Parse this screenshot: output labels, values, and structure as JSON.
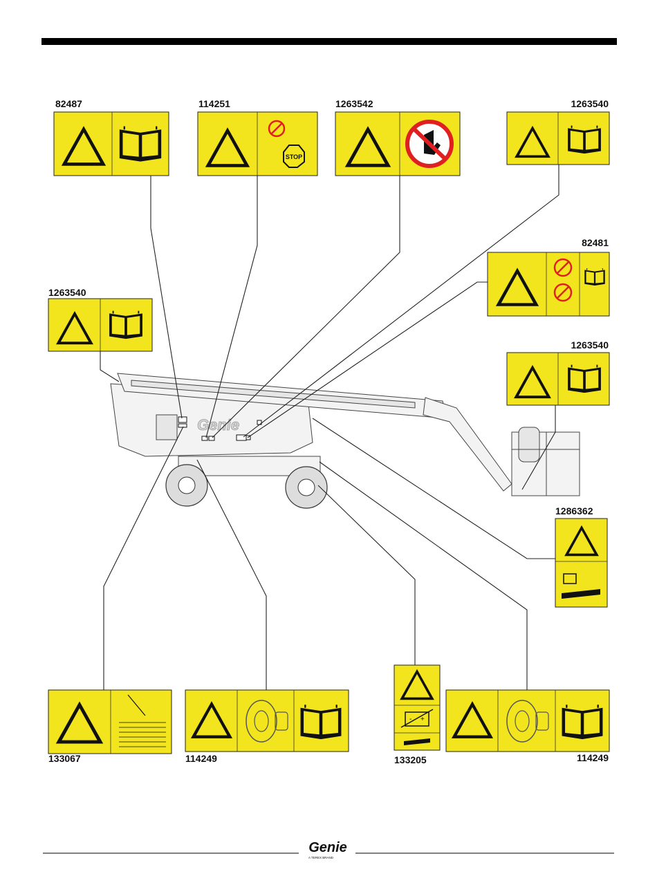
{
  "decals": [
    {
      "id": "d1",
      "part_number": "82487"
    },
    {
      "id": "d2",
      "part_number": "114251"
    },
    {
      "id": "d3",
      "part_number": "1263542"
    },
    {
      "id": "d4",
      "part_number": "1263540"
    },
    {
      "id": "d5",
      "part_number": "82481"
    },
    {
      "id": "d6",
      "part_number": "1263540"
    },
    {
      "id": "d7",
      "part_number": "1263540"
    },
    {
      "id": "d8",
      "part_number": "1286362"
    },
    {
      "id": "d9",
      "part_number": "133067"
    },
    {
      "id": "d10",
      "part_number": "114249"
    },
    {
      "id": "d11",
      "part_number": "133205"
    },
    {
      "id": "d12",
      "part_number": "114249"
    }
  ],
  "icons": {
    "warning": "warning-triangle-icon",
    "manual": "manual-book-icon",
    "prohibition": "no-hands-prohibition-icon",
    "stop": "stop-sign-icon",
    "tip_over": "tip-over-hazard-icon",
    "wheel": "wheel-tire-icon",
    "battery": "battery-icon"
  },
  "colors": {
    "decal_yellow": "#f2e51e",
    "prohibition_red": "#e02020",
    "ink": "#111111"
  },
  "footer": {
    "logo_text": "Genie",
    "logo_sub": "A TEREX BRAND"
  }
}
